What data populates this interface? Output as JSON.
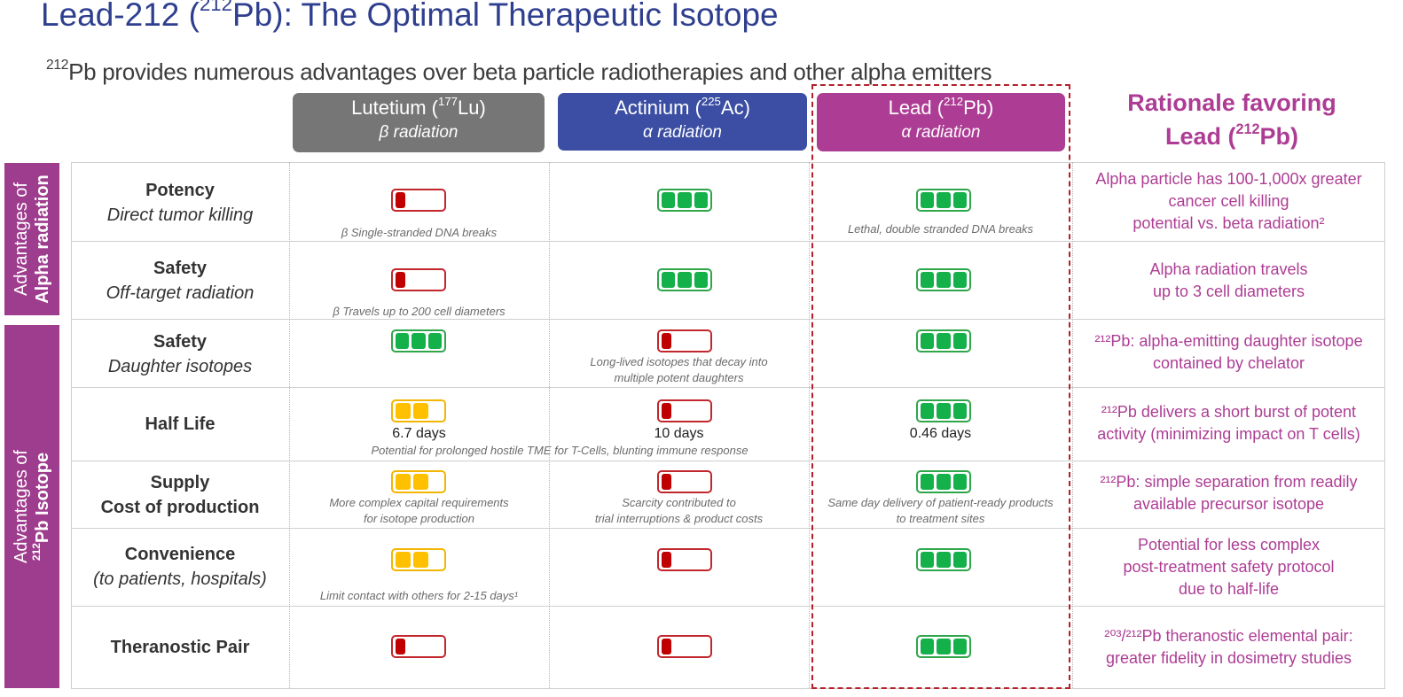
{
  "title": {
    "pre": "Lead-212 (",
    "sup": "212",
    "post": "Pb): The Optimal Therapeutic Isotope"
  },
  "subtitle": {
    "sup": "212",
    "text": "Pb provides numerous advantages over beta particle radiotherapies and other alpha emitters"
  },
  "columns": [
    {
      "name_pre": "Lutetium (",
      "sup": "177",
      "name_post": "Lu)",
      "radiation": "β radiation",
      "color": "#767676"
    },
    {
      "name_pre": "Actinium (",
      "sup": "225",
      "name_post": "Ac)",
      "radiation": "α radiation",
      "color": "#3b4ea3"
    },
    {
      "name_pre": "Lead (",
      "sup": "212",
      "name_post": "Pb)",
      "radiation": "α radiation",
      "color": "#ad3d94"
    }
  ],
  "rationale_header": {
    "line1": "Rationale favoring",
    "line2_pre": "Lead (",
    "line2_sup": "212",
    "line2_post": "Pb)"
  },
  "sidebar": {
    "alpha": {
      "line1": "Advantages of",
      "line2": "Alpha radiation"
    },
    "isotope": {
      "line1": "Advantages of",
      "line2_sup": "212",
      "line2_post": "Pb Isotope"
    }
  },
  "rows": [
    {
      "label_bold": "Potency",
      "label_italic": "Direct tumor killing",
      "ratings": [
        "red",
        "green",
        "green"
      ],
      "notes": [
        "β  Single-stranded DNA breaks",
        "",
        "Lethal, double stranded DNA breaks"
      ],
      "rationale": [
        "Alpha particle has 100-1,000x greater",
        "cancer cell killing",
        "potential vs. beta radiation²"
      ]
    },
    {
      "label_bold": "Safety",
      "label_italic": "Off-target radiation",
      "ratings": [
        "red",
        "green",
        "green"
      ],
      "notes": [
        "β  Travels up to 200 cell diameters",
        "",
        ""
      ],
      "rationale": [
        "Alpha radiation travels",
        "up to 3 cell diameters"
      ]
    },
    {
      "label_bold": "Safety",
      "label_italic": "Daughter isotopes",
      "ratings": [
        "green",
        "red",
        "green"
      ],
      "notes": [
        "",
        "Long-lived isotopes that decay into|multiple potent daughters",
        ""
      ],
      "rationale": [
        "²¹²Pb: alpha-emitting daughter isotope",
        "contained by chelator"
      ]
    },
    {
      "label_bold": "Half Life",
      "label_italic": "",
      "ratings": [
        "yellow",
        "red",
        "green"
      ],
      "days": [
        "6.7 days",
        "10 days",
        "0.46 days"
      ],
      "span_note": "Potential for prolonged hostile TME for T-Cells, blunting immune response",
      "rationale": [
        "²¹²Pb delivers a short burst of potent",
        "activity (minimizing impact on T cells)"
      ]
    },
    {
      "label_bold": "Supply",
      "label_bold2": "Cost of production",
      "ratings": [
        "yellow",
        "red",
        "green"
      ],
      "notes": [
        "More complex capital requirements|for isotope production",
        "Scarcity contributed to|trial interruptions & product costs",
        "Same day delivery of patient-ready products|to treatment sites"
      ],
      "rationale": [
        "²¹²Pb: simple separation from readily",
        "available precursor isotope"
      ]
    },
    {
      "label_bold": "Convenience",
      "label_italic": "(to patients, hospitals)",
      "ratings": [
        "yellow",
        "red",
        "green"
      ],
      "notes": [
        "Limit contact with others for 2-15 days¹",
        "",
        ""
      ],
      "rationale": [
        "Potential for less complex",
        "post-treatment safety protocol",
        "due to half-life"
      ]
    },
    {
      "label_bold": "Theranostic Pair",
      "label_italic": "",
      "ratings": [
        "red",
        "red",
        "green"
      ],
      "notes": [
        "",
        "",
        ""
      ],
      "rationale": [
        "²⁰³/²¹²Pb theranostic elemental pair:",
        "greater fidelity in dosimetry studies"
      ]
    }
  ],
  "rating_colors": {
    "red": "#c00000",
    "green": "#14b04a",
    "yellow": "#ffc000"
  }
}
